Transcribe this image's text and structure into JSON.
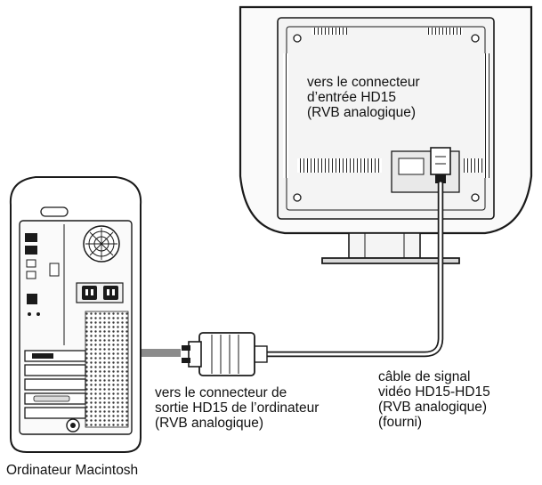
{
  "labels": {
    "monitor_input": {
      "line1": "vers le connecteur",
      "line2": "d’entrée HD15",
      "line3": "(RVB analogique)"
    },
    "computer_output": {
      "line1": "vers le connecteur de",
      "line2": "sortie HD15 de l’ordinateur",
      "line3": "(RVB analogique)"
    },
    "cable": {
      "line1": "câble de signal",
      "line2": "vidéo HD15-HD15",
      "line3": "(RVB analogique)",
      "line4": "(fourni)"
    },
    "computer_name": "Ordinateur Macintosh"
  },
  "colors": {
    "line": "#1a1a1a",
    "arrow": "#8c8c8c",
    "fill_light": "#f7f7f7",
    "fill_mid": "#dedede"
  },
  "icons": {
    "monitor": "monitor-rear-icon",
    "computer": "mac-tower-icon",
    "connector": "hd15-connector-icon",
    "arrow": "arrow-left-icon"
  }
}
